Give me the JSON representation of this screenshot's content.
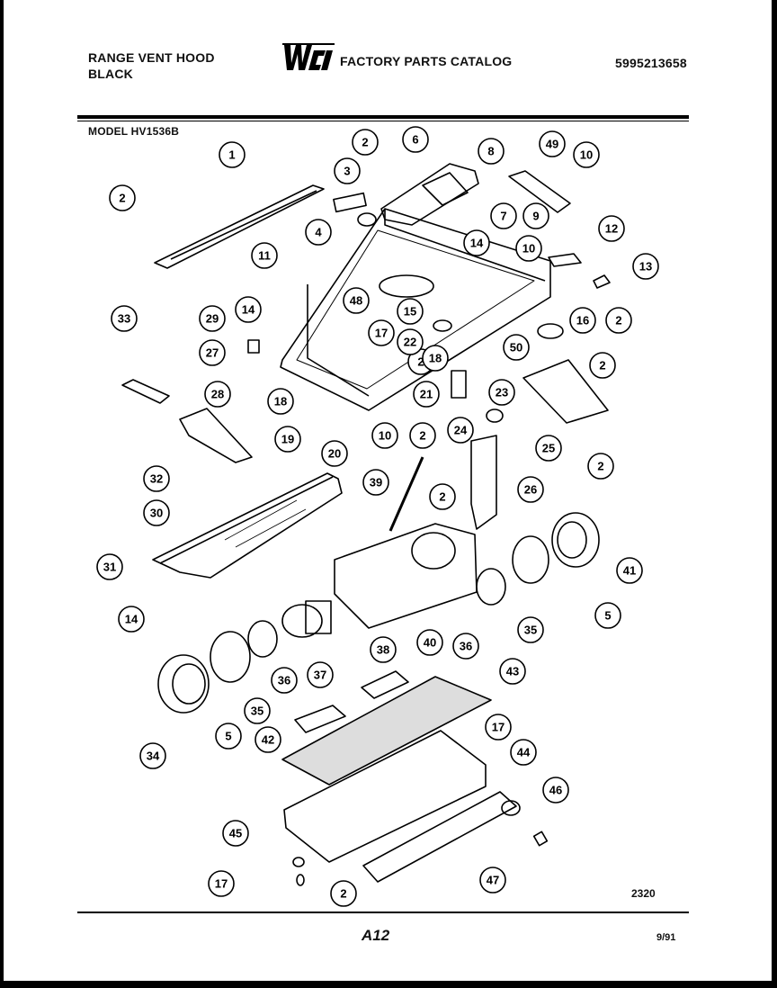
{
  "header": {
    "title_line1": "RANGE VENT HOOD",
    "title_line2": "BLACK",
    "logo_text": "WCI",
    "catalog_title": "FACTORY PARTS CATALOG",
    "catalog_number": "5995213658",
    "model": "MODEL HV1536B"
  },
  "footer": {
    "diagram_code": "2320",
    "page": "A12",
    "date": "9/91"
  },
  "callouts": [
    {
      "label": "1"
    },
    {
      "label": "2"
    },
    {
      "label": "2"
    },
    {
      "label": "2"
    },
    {
      "label": "2"
    },
    {
      "label": "2"
    },
    {
      "label": "2"
    },
    {
      "label": "2"
    },
    {
      "label": "2"
    },
    {
      "label": "2"
    },
    {
      "label": "3"
    },
    {
      "label": "4"
    },
    {
      "label": "5"
    },
    {
      "label": "5"
    },
    {
      "label": "6"
    },
    {
      "label": "7"
    },
    {
      "label": "8"
    },
    {
      "label": "9"
    },
    {
      "label": "10"
    },
    {
      "label": "10"
    },
    {
      "label": "10"
    },
    {
      "label": "11"
    },
    {
      "label": "12"
    },
    {
      "label": "13"
    },
    {
      "label": "14"
    },
    {
      "label": "14"
    },
    {
      "label": "14"
    },
    {
      "label": "15"
    },
    {
      "label": "16"
    },
    {
      "label": "17"
    },
    {
      "label": "17"
    },
    {
      "label": "17"
    },
    {
      "label": "18"
    },
    {
      "label": "18"
    },
    {
      "label": "19"
    },
    {
      "label": "20"
    },
    {
      "label": "21"
    },
    {
      "label": "22"
    },
    {
      "label": "23"
    },
    {
      "label": "24"
    },
    {
      "label": "25"
    },
    {
      "label": "26"
    },
    {
      "label": "27"
    },
    {
      "label": "28"
    },
    {
      "label": "29"
    },
    {
      "label": "30"
    },
    {
      "label": "31"
    },
    {
      "label": "32"
    },
    {
      "label": "33"
    },
    {
      "label": "34"
    },
    {
      "label": "35"
    },
    {
      "label": "35"
    },
    {
      "label": "36"
    },
    {
      "label": "36"
    },
    {
      "label": "37"
    },
    {
      "label": "38"
    },
    {
      "label": "39"
    },
    {
      "label": "40"
    },
    {
      "label": "41"
    },
    {
      "label": "42"
    },
    {
      "label": "43"
    },
    {
      "label": "44"
    },
    {
      "label": "45"
    },
    {
      "label": "46"
    },
    {
      "label": "47"
    },
    {
      "label": "48"
    },
    {
      "label": "49"
    },
    {
      "label": "50"
    }
  ]
}
